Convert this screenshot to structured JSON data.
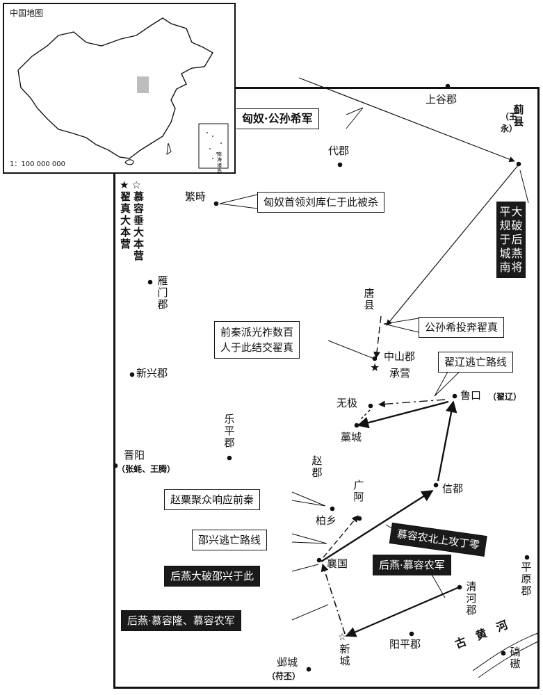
{
  "inset": {
    "title": "中国地图",
    "scale": "1：100 000 000",
    "south_sea_label": "南海诸岛"
  },
  "legend": {
    "filled_star": "★",
    "hollow_star": "☆",
    "zhai_zhen_hq": "翟真大本营",
    "murong_chui_hq": "慕容垂大本营"
  },
  "places": {
    "shanggu": "上谷郡",
    "dai": "代郡",
    "fanshi": "繁畤",
    "ji": "蓟县",
    "wang_yong": "（王永）",
    "yanmen": "雁门郡",
    "tang": "唐县",
    "zhongshan": "中山郡",
    "chengying": "承营",
    "xinxing": "新兴郡",
    "wuji": "无极",
    "gaocheng": "藁城",
    "lukou": "鲁口",
    "zhai_liao": "（翟辽）",
    "leping": "乐平郡",
    "jinyang": "晋阳",
    "jinyang_note": "（张蚝、王腾）",
    "zhao": "赵郡",
    "guang_e": "广阿",
    "baixiang": "柏乡",
    "xindu": "信都",
    "xiangguo": "襄国",
    "pingyuan": "平原郡",
    "qinghe": "清河郡",
    "yangping": "阳平郡",
    "xincheng": "新城",
    "yecheng": "邺城",
    "fu_pi": "（苻丕）",
    "qiao_ao": "碻磝",
    "ancient_river": "古黄河"
  },
  "callouts": {
    "xiongnu_army": "匈奴·公孙希军",
    "liu_kuren": "匈奴首领刘库仁于此被杀",
    "gongsun_xi": "公孙希投奔翟真",
    "qianqin_line1": "前秦派光祚数百",
    "qianqin_line2": "人于此结交翟真",
    "zhai_liao_route": "翟辽逃亡路线",
    "zhao_li": "赵粟聚众响应前秦",
    "shao_xing_route": "邵兴逃亡路线",
    "houyan_defeat": "后燕大破邵兴于此",
    "murong_nong_north": "慕容农北上攻丁零",
    "houyan_nong": "后燕·慕容农军",
    "houyan_long_nong": "后燕·慕容隆、慕容农军",
    "defeat_col1": "大破后燕将",
    "defeat_col2": "平规于城南"
  }
}
